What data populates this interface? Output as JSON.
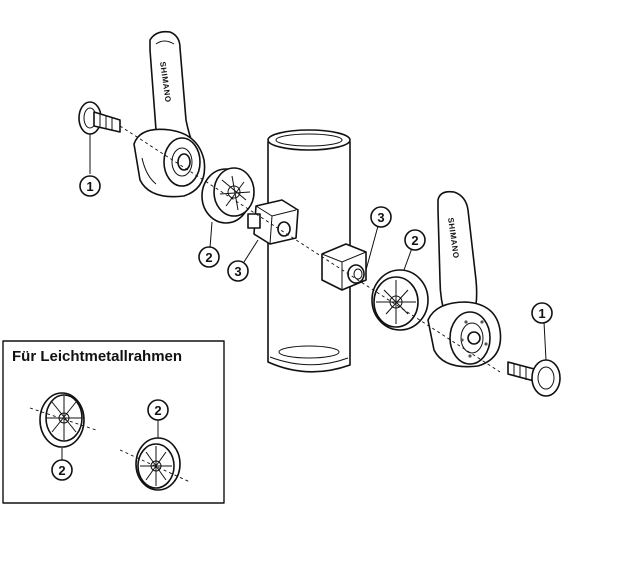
{
  "inset": {
    "title": "Für Leichtmetallrahmen"
  },
  "brand": {
    "lever_left": "SHIMANO",
    "lever_right": "SHIMANO"
  },
  "callouts": {
    "bolt_left": "1",
    "bolt_right": "1",
    "washer_left": "2",
    "washer_right": "2",
    "boss_left": "3",
    "boss_right": "3",
    "inset_washer_left": "2",
    "inset_washer_right": "2"
  }
}
